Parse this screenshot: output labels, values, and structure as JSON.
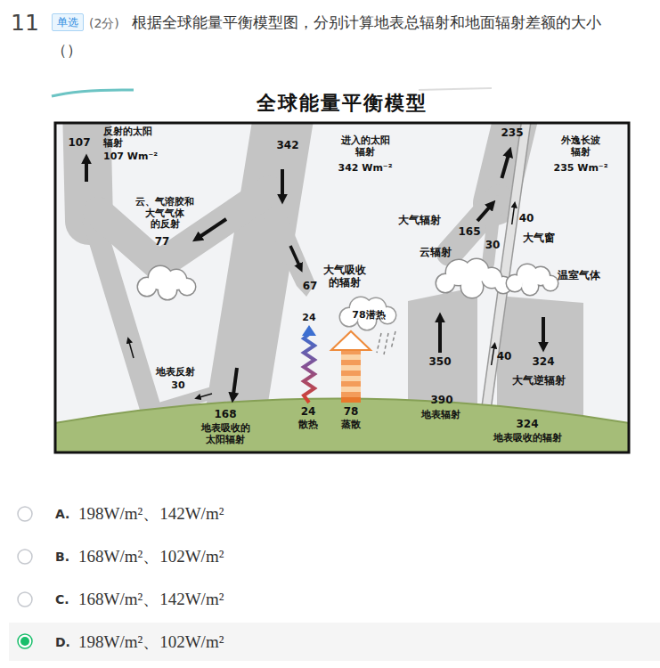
{
  "diagram": {
    "title": "全球能量平衡模型",
    "nodes": [
      {
        "text": [
          "单选"
        ]
      },
      {
        "text": [
          "D.",
          "198W/m²、102W/m²"
        ]
      }
    ],
    "labels": [
      "11",
      "(2分)",
      "根据全球能量平衡模型图，分别计算地表总辐射和地面辐射差额的大小 （）",
      "107",
      "反射的太阳 辐射",
      "107 Wm⁻²",
      "342",
      "进入的太阳 辐射",
      "342 Wm⁻²",
      "235",
      "外逸长波 辐射",
      "235 Wm⁻²",
      "云、气溶胶和 大气气体 的反射",
      "77",
      "大气辐射",
      "165",
      "40",
      "大气窗",
      "30",
      "云辐射",
      "温室气体",
      "大气吸收 的辐射",
      "67",
      "24",
      "78潜热",
      "地表反射",
      "30",
      "350",
      "40",
      "324",
      "大气逆辐射",
      "390",
      "地表辐射",
      "168",
      "地表吸收的 太阳辐射",
      "24",
      "散热",
      "78",
      "蒸散",
      "324",
      "地表吸收的辐射",
      "A.",
      "198W/m²、142W/m²",
      "B.",
      "168W/m²、102W/m²",
      "C.",
      "168W/m²、142W/m²"
    ]
  }
}
